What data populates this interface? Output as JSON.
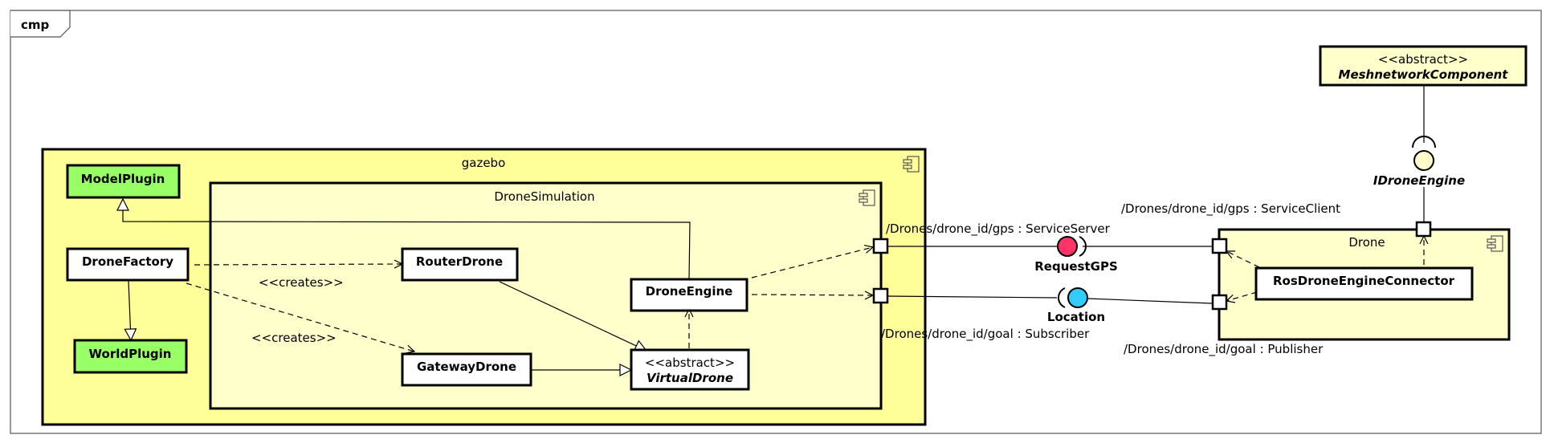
{
  "frame": {
    "label": "cmp"
  },
  "gazebo": {
    "label": "gazebo"
  },
  "drone_simulation": {
    "label": "DroneSimulation"
  },
  "drone": {
    "label": "Drone"
  },
  "classes": {
    "model_plugin": "ModelPlugin",
    "drone_factory": "DroneFactory",
    "world_plugin": "WorldPlugin",
    "router_drone": "RouterDrone",
    "gateway_drone": "GatewayDrone",
    "drone_engine": "DroneEngine",
    "virtual_drone_stereotype": "<<abstract>>",
    "virtual_drone_name": "VirtualDrone",
    "ros_connector": "RosDroneEngineConnector",
    "mesh_stereotype": "<<abstract>>",
    "mesh_name": "MeshnetworkComponent"
  },
  "labels": {
    "creates_1": "<<creates>>",
    "creates_2": "<<creates>>",
    "gps_server": "/Drones/drone_id/gps : ServiceServer",
    "goal_subscriber": "/Drones/drone_id/goal : Subscriber",
    "gps_client": "/Drones/drone_id/gps : ServiceClient",
    "goal_publisher": "/Drones/drone_id/goal : Publisher"
  },
  "interfaces": {
    "request_gps": "RequestGPS",
    "location": "Location",
    "idrone_engine": "IDroneEngine"
  },
  "colors": {
    "gazebo_fill": "#ffff99",
    "inner_fill": "#ffffcc",
    "plugin_fill": "#99ff66",
    "request_gps": "#ff3366",
    "location": "#33ccff",
    "idrone_engine": "#ffffcc"
  }
}
